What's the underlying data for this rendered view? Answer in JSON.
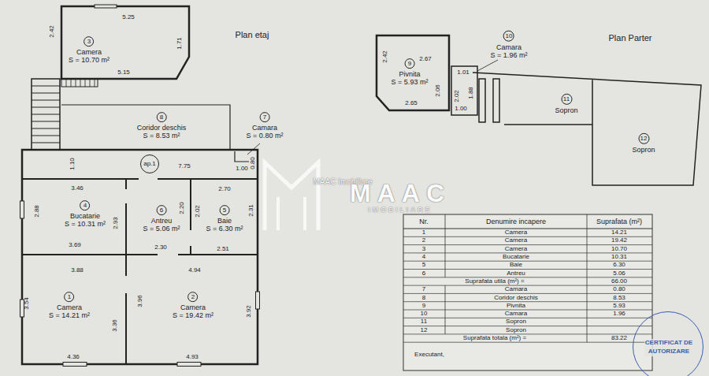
{
  "diagram": {
    "nodes": [
      {
        "text": [
          "Camera",
          "S = 10.70 m²"
        ]
      },
      {
        "text": [
          "3"
        ],
        "in": 0
      },
      {
        "text": [
          "Coridor deschis",
          "S = 8.53 m²"
        ]
      },
      {
        "text": [
          "8"
        ],
        "in": 2
      },
      {
        "text": [
          "Camara",
          "S = 0.80 m²"
        ]
      },
      {
        "text": [
          "7"
        ],
        "in": 4
      },
      {
        "text": [
          "ap.1"
        ]
      },
      {
        "text": [
          "Bucatarie",
          "S = 10.31 m²"
        ]
      },
      {
        "text": [
          "4"
        ],
        "in": 7
      },
      {
        "text": [
          "Antreu",
          "S = 5.06 m²"
        ]
      },
      {
        "text": [
          "6"
        ],
        "in": 9
      },
      {
        "text": [
          "Baie",
          "S = 6.30 m²"
        ]
      },
      {
        "text": [
          "5"
        ],
        "in": 11
      },
      {
        "text": [
          "Camera",
          "S = 14.21 m²"
        ]
      },
      {
        "text": [
          "1"
        ],
        "in": 13
      },
      {
        "text": [
          "Camera",
          "S = 19.42 m²"
        ]
      },
      {
        "text": [
          "2"
        ],
        "in": 15
      },
      {
        "text": [
          "Pivnita",
          "S = 5.93 m²"
        ]
      },
      {
        "text": [
          "9"
        ],
        "in": 17
      },
      {
        "text": [
          "Camara",
          "S = 1.96 m²"
        ]
      },
      {
        "text": [
          "10"
        ],
        "in": 19
      },
      {
        "text": [
          "Sopron"
        ]
      },
      {
        "text": [
          "11"
        ],
        "in": 21
      },
      {
        "text": [
          "Sopron"
        ]
      },
      {
        "text": [
          "12"
        ],
        "in": 23
      },
      {
        "text": [
          "CERTIFICAT DE AUTORIZARE"
        ]
      }
    ],
    "labels": [
      "Plan etaj",
      "Plan Parter",
      "2.42",
      "5.25",
      "1.71",
      "5.15",
      "1.10",
      "7.75",
      "1.00",
      "0.80",
      "3.46",
      "2.70",
      "2.88",
      "2.93",
      "2.20",
      "2.02",
      "2.31",
      "3.69",
      "2.30",
      "2.51",
      "3.88",
      "4.94",
      "3.54",
      "3.96",
      "3.36",
      "3.92",
      "4.36",
      "4.93",
      "2.42",
      "2.67",
      "2.06",
      "2.65",
      "1.01",
      "1.88",
      "2.02",
      "1.00",
      "Nr.",
      "Denumire incapere",
      "Suprafata (m²)",
      "1",
      "Camera",
      "14.21",
      "2",
      "Camera",
      "19.42",
      "3",
      "Camera",
      "10.70",
      "4",
      "Bucatarie",
      "10.31",
      "5",
      "Baie",
      "6.30",
      "6",
      "Antreu",
      "5.06",
      "Suprafata utila (m²) =",
      "66.00",
      "7",
      "Camara",
      "0.80",
      "8",
      "Coridor deschis",
      "8.53",
      "9",
      "Pivnita",
      "5.93",
      "10",
      "Camara",
      "1.96",
      "11",
      "Sopron",
      "12",
      "Sopron",
      "Suprafata totala (m²) =",
      "83.22",
      "Executant,",
      "MAAC Imobiliare",
      "MAAC",
      "IMOBILIARE"
    ]
  }
}
